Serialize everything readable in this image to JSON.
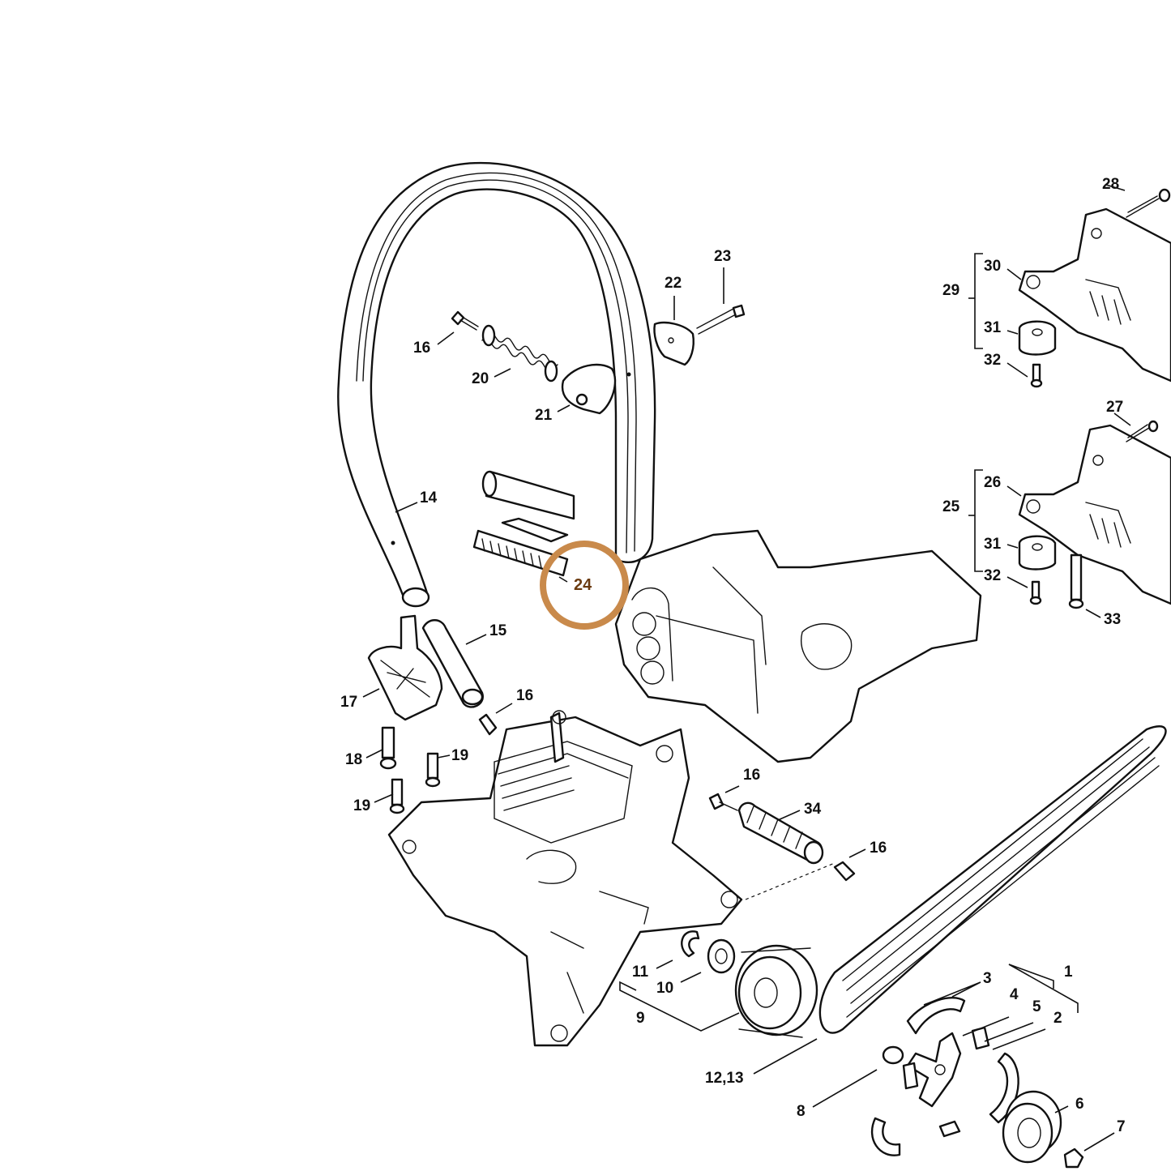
{
  "labels": {
    "l1": "1",
    "l2": "2",
    "l3": "3",
    "l4": "4",
    "l5": "5",
    "l6": "6",
    "l7": "7",
    "l8": "8",
    "l9": "9",
    "l10": "10",
    "l11": "11",
    "l12_13": "12,13",
    "l14": "14",
    "l15": "15",
    "l16a": "16",
    "l16b": "16",
    "l16c": "16",
    "l16d": "16",
    "l17": "17",
    "l18": "18",
    "l19a": "19",
    "l19b": "19",
    "l20": "20",
    "l21": "21",
    "l22": "22",
    "l23": "23",
    "l24": "24",
    "l25": "25",
    "l26": "26",
    "l27": "27",
    "l28": "28",
    "l29": "29",
    "l30": "30",
    "l31a": "31",
    "l31b": "31",
    "l32a": "32",
    "l32b": "32",
    "l33": "33",
    "l34": "34"
  },
  "highlight": {
    "part": "24",
    "color": "#c98a4b"
  }
}
